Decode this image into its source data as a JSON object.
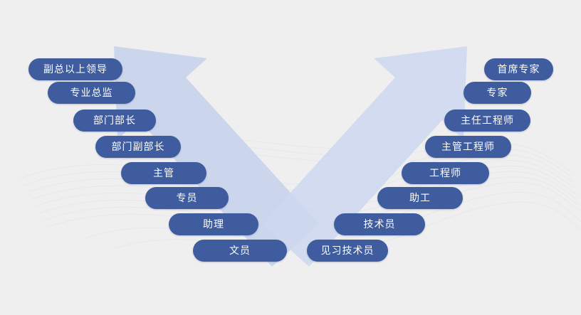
{
  "diagram": {
    "type": "dual-career-ladder",
    "left_track": {
      "levels": [
        "副总以上领导",
        "专业总监",
        "部门部长",
        "部门副部长",
        "主管",
        "专员",
        "助理",
        "文员"
      ]
    },
    "right_track": {
      "levels": [
        "首席专家",
        "专家",
        "主任工程师",
        "主管工程师",
        "工程师",
        "助工",
        "技术员",
        "见习技术员"
      ]
    }
  },
  "colors": {
    "background": "#f0efef",
    "pill": "#3e5c9e",
    "pill_text": "#ffffff",
    "arrow_left": "#c8d4ec",
    "arrow_right": "#cdd8ef",
    "contour_line": "#dde2ec"
  }
}
